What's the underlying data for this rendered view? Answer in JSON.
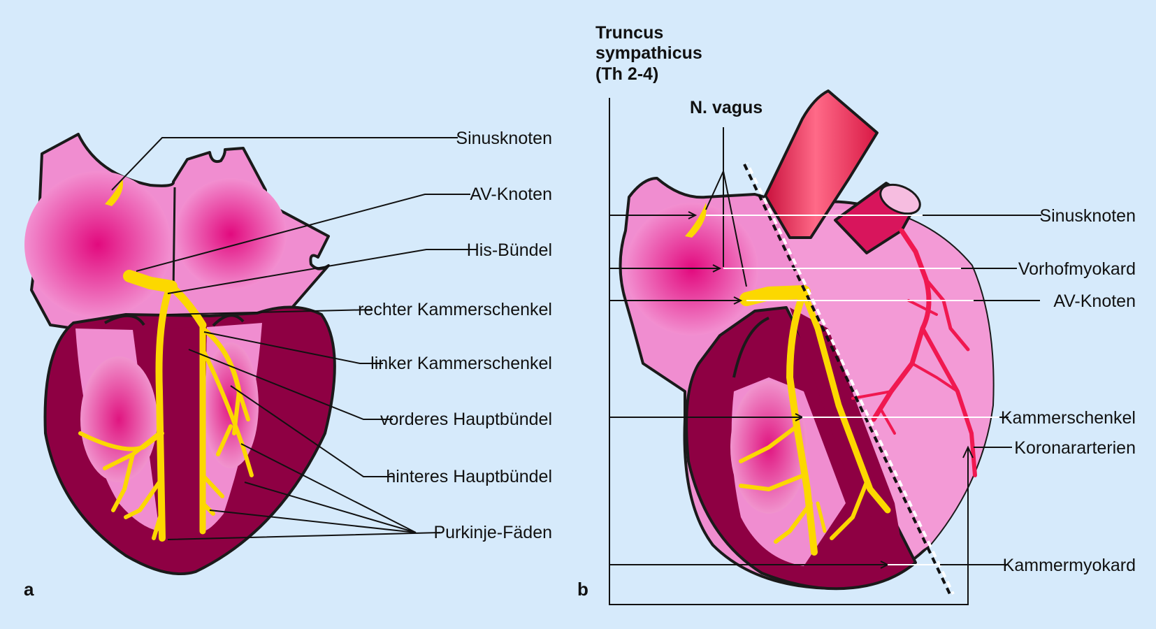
{
  "panels": {
    "a": "a",
    "b": "b"
  },
  "panel_a": {
    "labels": [
      "Sinusknoten",
      "AV-Knoten",
      "His-Bündel",
      "rechter Kammerschenkel",
      "linker Kammerschenkel",
      "vorderes Hauptbündel",
      "hinteres Hauptbündel",
      "Purkinje-Fäden"
    ]
  },
  "panel_b": {
    "truncus": [
      "Truncus",
      "sympathicus",
      "(Th 2-4)"
    ],
    "vagus": "N. vagus",
    "labels": [
      "Sinusknoten",
      "Vorhofmyokard",
      "AV-Knoten",
      "Kammerschenkel",
      "Koronararterien",
      "Kammermyokard"
    ]
  },
  "colors": {
    "background": "#d6eafb",
    "atrium": "#ef8fcf",
    "atrium_center": "#e0107f",
    "ventricle_wall": "#8e0040",
    "conduction": "#fcd800",
    "aorta": "#e8204e",
    "coronary": "#f01850"
  }
}
